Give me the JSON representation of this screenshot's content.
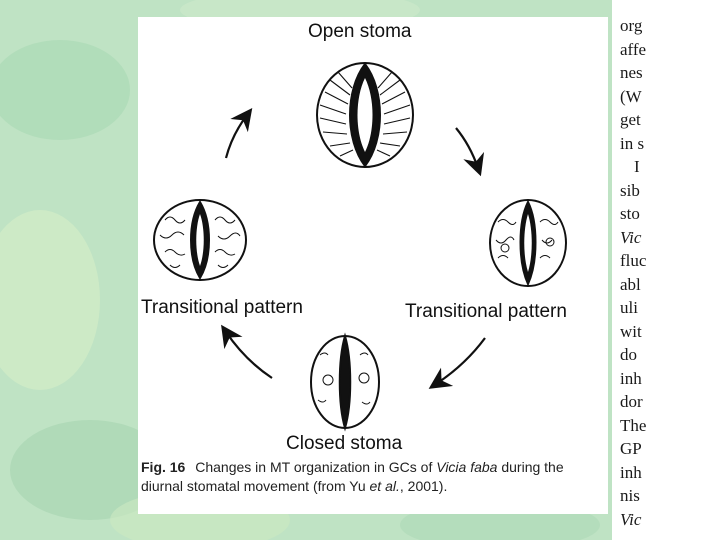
{
  "labels": {
    "open": "Open stoma",
    "transitional_left": "Transitional pattern",
    "transitional_right": "Transitional pattern",
    "closed": "Closed stoma"
  },
  "caption": {
    "fig": "Fig. 16",
    "part1": "Changes in MT organization in GCs of",
    "species": "Vicia faba",
    "part2": "during the diurnal stomatal movement (from Yu",
    "etal": "et al.",
    "part3": ", 2001)."
  },
  "side_text": [
    {
      "text": "org",
      "italic": false
    },
    {
      "text": "affe",
      "italic": false
    },
    {
      "text": "nes",
      "italic": false
    },
    {
      "text": "(W",
      "italic": false
    },
    {
      "text": "get",
      "italic": false
    },
    {
      "text": "in s",
      "italic": false
    },
    {
      "text": "I",
      "italic": false
    },
    {
      "text": "sib",
      "italic": false
    },
    {
      "text": "sto",
      "italic": false
    },
    {
      "text": "Vic",
      "italic": true
    },
    {
      "text": "fluc",
      "italic": false
    },
    {
      "text": "abl",
      "italic": false
    },
    {
      "text": "uli",
      "italic": false
    },
    {
      "text": "wit",
      "italic": false
    },
    {
      "text": "do",
      "italic": false
    },
    {
      "text": "inh",
      "italic": false
    },
    {
      "text": "dor",
      "italic": false
    },
    {
      "text": "The",
      "italic": false
    },
    {
      "text": "GP",
      "italic": false
    },
    {
      "text": "inh",
      "italic": false
    },
    {
      "text": "nis",
      "italic": false
    },
    {
      "text": "Vic",
      "italic": true
    }
  ],
  "colors": {
    "background": "#bfe3c4",
    "ink": "#111111"
  }
}
